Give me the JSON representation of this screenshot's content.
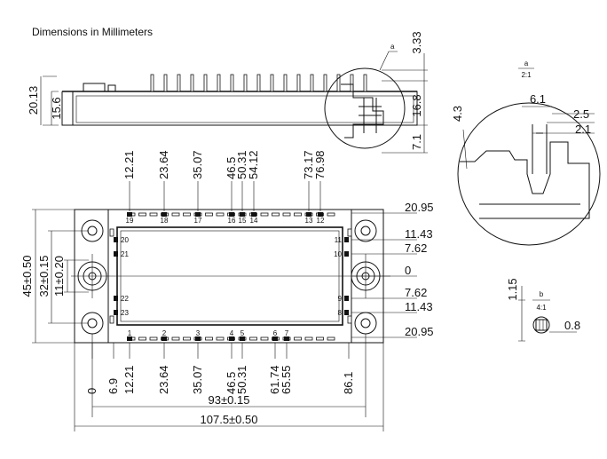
{
  "title": "Dimensions in Millimeters",
  "side_view": {
    "height_total": "20.13",
    "height_body": "15.6",
    "pin_top": "3.33",
    "pin_length": "16.8",
    "pin_bottom": "7.1",
    "detail_ref": "a"
  },
  "top_view": {
    "top_pin_positions": [
      "12.21",
      "23.64",
      "35.07",
      "46.5",
      "50.31",
      "54.12",
      "73.17",
      "76.98"
    ],
    "top_pin_numbers": [
      "19",
      "18",
      "17",
      "16",
      "15",
      "14",
      "13",
      "12"
    ],
    "bottom_pin_positions": [
      "0",
      "6.9",
      "12.21",
      "23.64",
      "35.07",
      "46.5",
      "50.31",
      "61.74",
      "65.55",
      "86.1"
    ],
    "bottom_pin_numbers": [
      "1",
      "2",
      "3",
      "4",
      "5",
      "6",
      "7"
    ],
    "side_pin_numbers_left": [
      "20",
      "21",
      "22",
      "23"
    ],
    "side_pin_numbers_right": [
      "11",
      "10",
      "9",
      "8"
    ],
    "right_offsets": [
      "20.95",
      "11.43",
      "7.62",
      "0",
      "7.62",
      "11.43",
      "20.95"
    ],
    "height_total": "45±0.50",
    "height_mount": "32±0.15",
    "height_center": "11±0.20",
    "width_mount": "93±0.15",
    "width_total": "107.5±0.50"
  },
  "detail_a": {
    "label": "a",
    "scale": "2:1",
    "dims": [
      "6.1",
      "2.5",
      "2.1",
      "4.3"
    ]
  },
  "detail_b": {
    "label": "b",
    "scale": "4:1",
    "dims": [
      "1.15",
      "0.8"
    ]
  }
}
